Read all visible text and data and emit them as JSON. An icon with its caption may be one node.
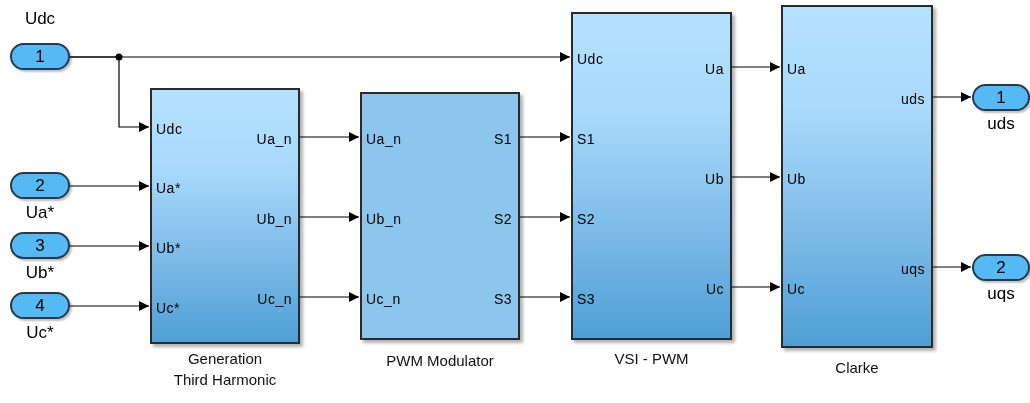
{
  "diagram": {
    "nodes": [
      {
        "text": [
          "1"
        ],
        "beside": [
          "Udc"
        ]
      },
      {
        "text": [
          "2"
        ],
        "beside": [
          "Ua*"
        ]
      },
      {
        "text": [
          "3"
        ],
        "beside": [
          "Ub*"
        ]
      },
      {
        "text": [
          "4"
        ],
        "beside": [
          "Uc*"
        ]
      },
      {
        "text": [
          "Udc",
          "Ua*",
          "Ub*",
          "Uc*",
          "Ua_n",
          "Ub_n",
          "Uc_n",
          "Generation Third Harmonic"
        ]
      },
      {
        "text": [
          "Ua_n",
          "Ub_n",
          "Uc_n",
          "S1",
          "S2",
          "S3",
          "PWM Modulator"
        ]
      },
      {
        "text": [
          "Udc",
          "S1",
          "S2",
          "S3",
          "Ua",
          "Ub",
          "Uc",
          "VSI - PWM"
        ]
      },
      {
        "text": [
          "Ua",
          "Ub",
          "Uc",
          "uds",
          "uqs",
          "Clarke"
        ]
      },
      {
        "text": [
          "1"
        ],
        "beside": [
          "uds"
        ]
      },
      {
        "text": [
          "2"
        ],
        "beside": [
          "uqs"
        ]
      }
    ],
    "edges": [
      {
        "from": 0,
        "to": 4,
        "arrow": "to"
      },
      {
        "from": 0,
        "to": 6,
        "arrow": "to"
      },
      {
        "from": 1,
        "to": 4,
        "arrow": "to"
      },
      {
        "from": 2,
        "to": 4,
        "arrow": "to"
      },
      {
        "from": 3,
        "to": 4,
        "arrow": "to"
      },
      {
        "from": 4,
        "to": 5,
        "arrow": "to"
      },
      {
        "from": 4,
        "to": 5,
        "arrow": "to"
      },
      {
        "from": 4,
        "to": 5,
        "arrow": "to"
      },
      {
        "from": 5,
        "to": 6,
        "arrow": "to"
      },
      {
        "from": 5,
        "to": 6,
        "arrow": "to"
      },
      {
        "from": 5,
        "to": 6,
        "arrow": "to"
      },
      {
        "from": 6,
        "to": 7,
        "arrow": "to"
      },
      {
        "from": 6,
        "to": 7,
        "arrow": "to"
      },
      {
        "from": 6,
        "to": 7,
        "arrow": "to"
      },
      {
        "from": 7,
        "to": 8,
        "arrow": "to"
      },
      {
        "from": 7,
        "to": 9,
        "arrow": "to"
      }
    ]
  }
}
